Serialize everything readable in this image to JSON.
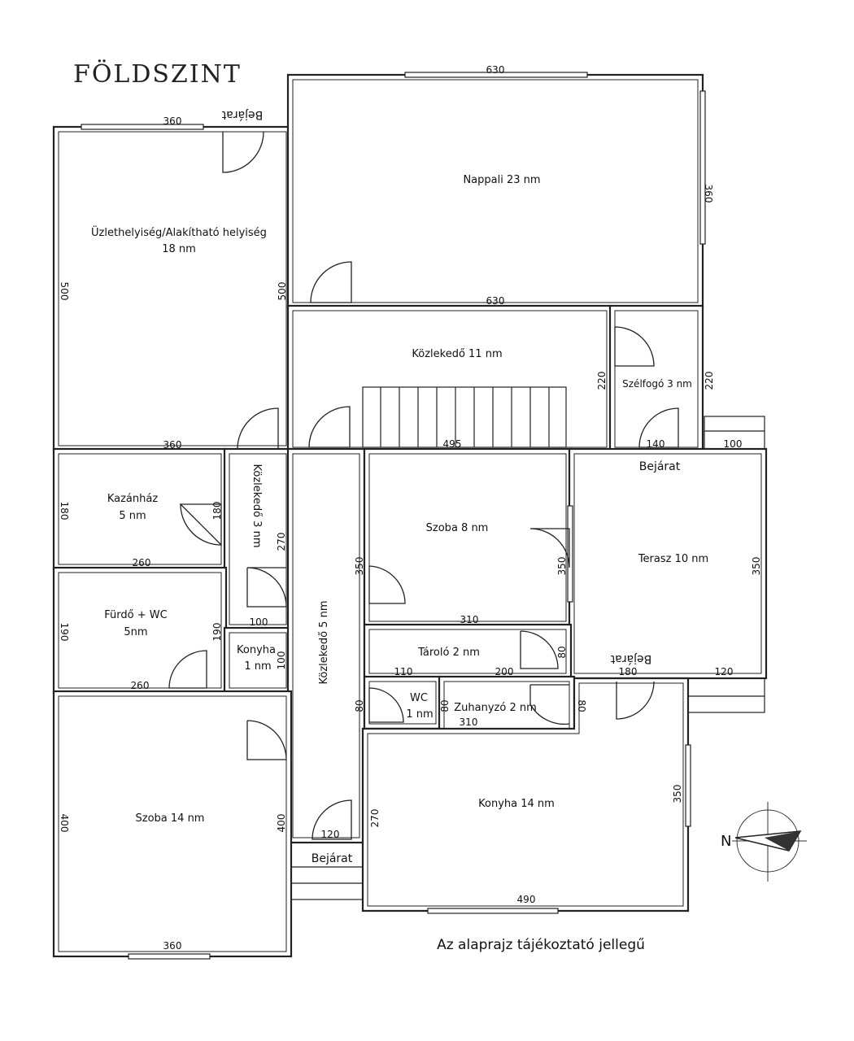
{
  "title": "FÖLDSZINT",
  "note": "Az alaprajz tájékoztató jellegű",
  "rooms": {
    "uzlet": [
      "Üzlethelyiség/Alakítható helyiség",
      "18 nm"
    ],
    "nappali": "Nappali 23 nm",
    "kozl11": "Közlekedő 11 nm",
    "szelfogo": "Szélfogó 3 nm",
    "kazanhaz": [
      "Kazánház",
      "5 nm"
    ],
    "kozl3": "Közlekedő 3 nm",
    "furdo": [
      "Fürdő + WC",
      "5nm"
    ],
    "konyha1": [
      "Konyha",
      "1 nm"
    ],
    "kozl5": "Közlekedő 5 nm",
    "szoba8": "Szoba 8 nm",
    "terasz": "Terasz 10 nm",
    "tarolo": "Tároló 2 nm",
    "wc": [
      "WC",
      "1 nm"
    ],
    "zuhany": "Zuhanyzó 2 nm",
    "szoba14": "Szoba 14 nm",
    "konyha14": "Konyha 14 nm"
  },
  "entrances": {
    "top_left": "Bejárat",
    "right_mid": "Bejárat",
    "terrace": "Bejárat",
    "bottom": "Bejárat"
  },
  "dims": {
    "uzlet_top": "360",
    "uzlet_left": "500",
    "uzlet_right": "500",
    "uzlet_bottom": "360",
    "nappali_top": "630",
    "nappali_right": "360",
    "nappali_bottom": "630",
    "kozl11_left": "220",
    "szelfogo_right": "220",
    "stair_bottom": "495",
    "szelfogo_bottom": "140",
    "step": "100",
    "kazan_left": "180",
    "kazan_right": "180",
    "kazan_bottom": "260",
    "kozl3_right": "270",
    "furdo_left": "190",
    "furdo_right": "190",
    "furdo_bottom": "260",
    "kozl3_bottom": "100",
    "konyha1_right": "100",
    "szoba8_left": "350",
    "szoba8_right": "350",
    "szoba8_bottom": "310",
    "terasz_right": "350",
    "tarolo_right": "80",
    "tarolo_bl": "110",
    "tarolo_br": "200",
    "terasz_bl": "180",
    "terasz_br": "120",
    "wc_left": "80",
    "zuhany_right": "80",
    "zuhany_bottom": "310",
    "szoba14_left": "400",
    "szoba14_right": "400",
    "szoba14_bottom": "360",
    "kozl5_bottom": "120",
    "konyha14_left": "270",
    "konyha14_right": "350",
    "konyha14_bottom": "490"
  }
}
